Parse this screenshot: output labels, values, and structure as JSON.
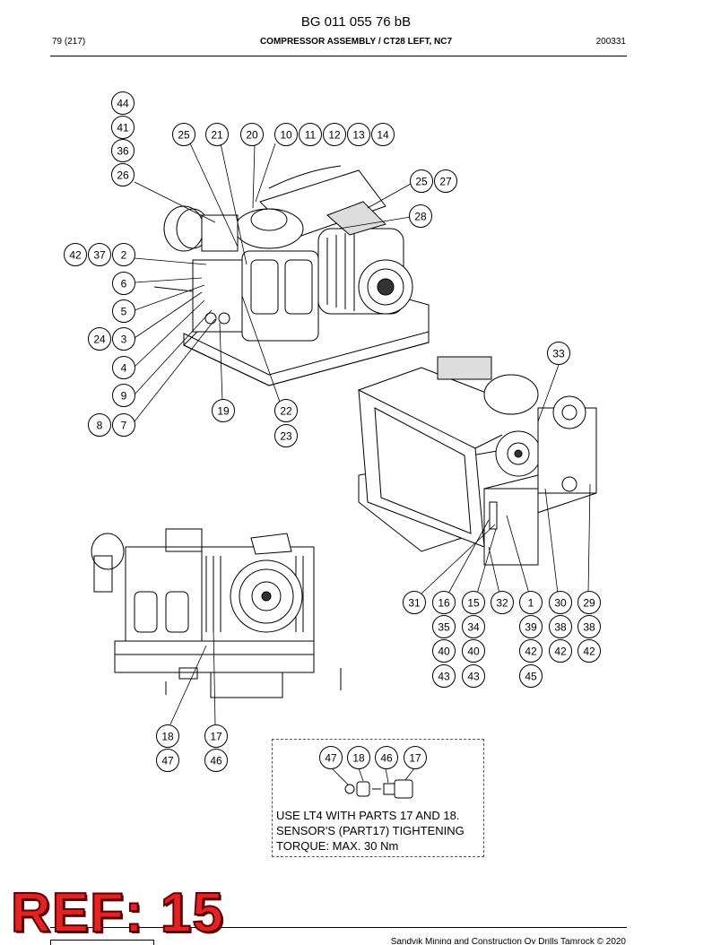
{
  "document": {
    "title": "BG 011 055 76 bB",
    "page": "79 (217)",
    "section": "COMPRESSOR ASSEMBLY / CT28 LEFT, NC7",
    "date": "200331",
    "footer": "Sandvik Mining and Construction Oy Drills Tamrock © 2020"
  },
  "stamp": {
    "text": "REF: 15",
    "color": "#e52222"
  },
  "note": {
    "lines": [
      "USE LT4 WITH PARTS 17 AND 18.",
      "SENSOR'S (PART17) TIGHTENING",
      "TORQUE: MAX. 30 Nm"
    ]
  },
  "callouts": {
    "view1": [
      "44",
      "41",
      "36",
      "26",
      "25",
      "21",
      "20",
      "10",
      "11",
      "12",
      "13",
      "14",
      "25",
      "27",
      "28",
      "42",
      "37",
      "2",
      "6",
      "5",
      "24",
      "3",
      "4",
      "9",
      "8",
      "7",
      "19",
      "22",
      "23"
    ],
    "view2": [
      "33",
      "31",
      "16",
      "15",
      "32",
      "1",
      "30",
      "29",
      "35",
      "34",
      "39",
      "38",
      "38",
      "40",
      "40",
      "42",
      "42",
      "42",
      "43",
      "43",
      "45"
    ],
    "view3": [
      "18",
      "17",
      "47",
      "46"
    ],
    "detail": [
      "47",
      "18",
      "46",
      "17"
    ]
  }
}
